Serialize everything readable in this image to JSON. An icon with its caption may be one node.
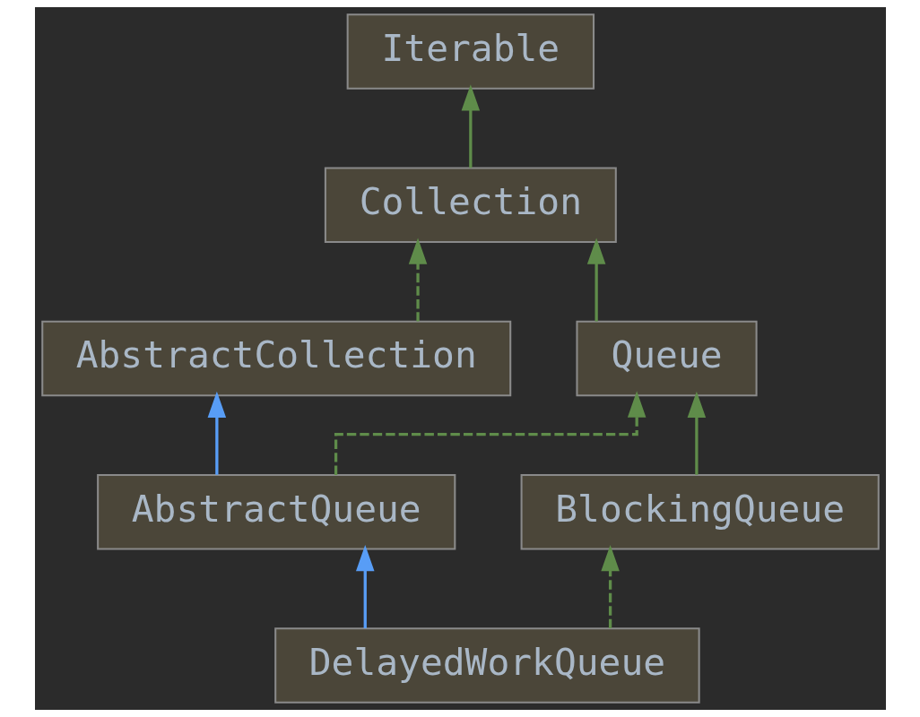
{
  "diagram": {
    "nodes": [
      {
        "text": [
          "Iterable"
        ]
      },
      {
        "text": [
          "Collection"
        ]
      },
      {
        "text": [
          "AbstractCollection"
        ]
      },
      {
        "text": [
          "Queue"
        ]
      },
      {
        "text": [
          "AbstractQueue"
        ]
      },
      {
        "text": [
          "BlockingQueue"
        ]
      },
      {
        "text": [
          "DelayedWorkQueue"
        ]
      }
    ],
    "edges": [
      {
        "from": 1,
        "to": 0,
        "arrow": "to"
      },
      {
        "from": 2,
        "to": 1,
        "arrow": "to",
        "style": "dashed"
      },
      {
        "from": 3,
        "to": 1,
        "arrow": "to"
      },
      {
        "from": 4,
        "to": 2,
        "arrow": "to",
        "color": "#589df6"
      },
      {
        "from": 4,
        "to": 3,
        "arrow": "to",
        "style": "dashed"
      },
      {
        "from": 5,
        "to": 3,
        "arrow": "to"
      },
      {
        "from": 6,
        "to": 4,
        "arrow": "to",
        "color": "#589df6"
      },
      {
        "from": 6,
        "to": 5,
        "arrow": "to",
        "style": "dashed"
      }
    ]
  }
}
